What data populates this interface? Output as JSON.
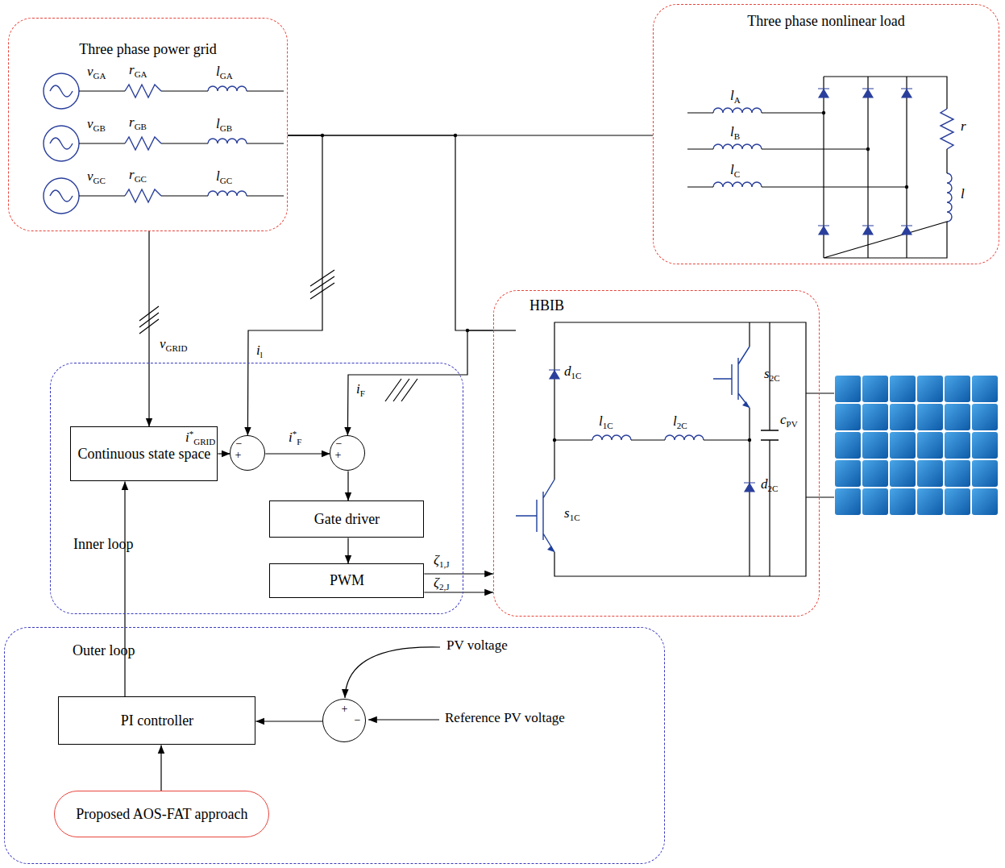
{
  "diagram": {
    "nodes": [
      {
        "text": [
          "Three phase power grid"
        ]
      },
      {
        "text": [
          "Three phase nonlinear load"
        ]
      },
      {
        "text": [
          "HBIB"
        ]
      },
      {
        "text": [
          "Inner loop"
        ]
      },
      {
        "text": [
          "Continuous state space"
        ],
        "in": 3
      },
      {
        "text": [
          "−",
          "+"
        ],
        "in": 3
      },
      {
        "text": [
          "−",
          "+"
        ],
        "in": 3
      },
      {
        "text": [
          "Gate driver"
        ],
        "in": 3
      },
      {
        "text": [
          "PWM"
        ],
        "in": 3
      },
      {
        "text": [
          "Outer loop"
        ]
      },
      {
        "text": [
          "PI controller"
        ],
        "in": 9
      },
      {
        "text": [
          "+",
          "−"
        ],
        "in": 9
      },
      {
        "text": [
          "Proposed AOS-FAT approach"
        ],
        "in": 9
      }
    ],
    "edges": [
      {
        "from": 0,
        "to": 1,
        "arrow": "none"
      },
      {
        "from": 0,
        "to": 2,
        "arrow": "none"
      },
      {
        "from": 0,
        "to": 4,
        "arrow": "to",
        "label": "vGRID"
      },
      {
        "from": 0,
        "to": 5,
        "arrow": "to",
        "label": "il"
      },
      {
        "from": 2,
        "to": 6,
        "arrow": "to",
        "label": "iF"
      },
      {
        "from": 4,
        "to": 5,
        "arrow": "to",
        "label": "i*GRID"
      },
      {
        "from": 5,
        "to": 6,
        "arrow": "to",
        "label": "i*F"
      },
      {
        "from": 6,
        "to": 7,
        "arrow": "to"
      },
      {
        "from": 7,
        "to": 8,
        "arrow": "to"
      },
      {
        "from": 8,
        "to": 2,
        "arrow": "to",
        "label": "ζ1,J"
      },
      {
        "from": 8,
        "to": 2,
        "arrow": "to",
        "label": "ζ2,J"
      },
      {
        "from": 10,
        "to": 4,
        "arrow": "to"
      },
      {
        "from": 11,
        "to": 10,
        "arrow": "to"
      },
      {
        "from": 12,
        "to": 10,
        "arrow": "to"
      }
    ],
    "labels": [
      "vGA",
      "rGA",
      "lGA",
      "vGB",
      "rGB",
      "lGB",
      "vGC",
      "rGC",
      "lGC",
      "lA",
      "lB",
      "lC",
      "r",
      "l",
      "d1C",
      "s2C",
      "l1C",
      "l2C",
      "cPV",
      "d2C",
      "s1C",
      "PV voltage",
      "Reference PV voltage"
    ]
  }
}
